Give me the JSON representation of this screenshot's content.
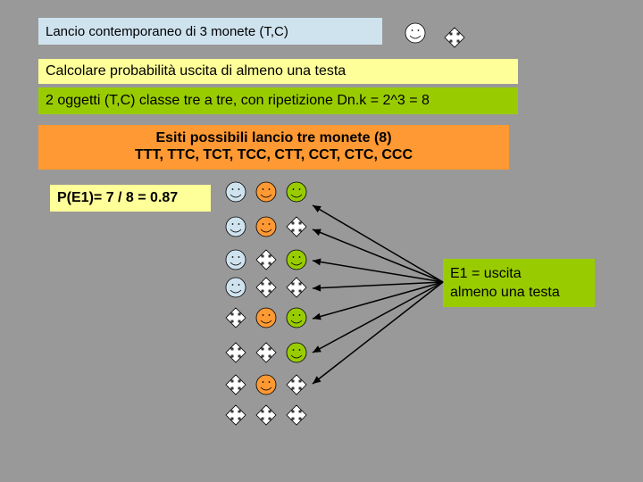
{
  "slide": {
    "title": "Lancio contemporaneo di 3 monete (T,C)",
    "question": "Calcolare probabilità uscita di almeno una testa",
    "combinations": "2 oggetti (T,C) classe tre a tre, con ripetizione Dn.k = 2^3 = 8",
    "outcomes_title": "Esiti possibili lancio tre monete (8)",
    "outcomes_list": "TTT, TTC, TCT, TCC, CTT, CCT, CTC, CCC",
    "probability": "P(E1)= 7 / 8 = 0.87",
    "event_line1": "E1 = uscita",
    "event_line2": "almeno una testa"
  },
  "colors": {
    "background": "#999999",
    "title_box": "#cfe3ef",
    "question_box": "#ffff99",
    "combo_box": "#99cc00",
    "outcomes_box": "#ff9933",
    "face_blue": "#cfe3ef",
    "face_orange": "#ff9933",
    "face_green": "#99cc00"
  },
  "legend_icons": [
    "face-icon",
    "cross-arrows-icon"
  ],
  "outcome_grid": [
    [
      "face-blue",
      "face-orange",
      "face-green"
    ],
    [
      "face-blue",
      "face-orange",
      "cross"
    ],
    [
      "face-blue",
      "cross",
      "face-green"
    ],
    [
      "face-blue",
      "cross",
      "cross"
    ],
    [
      "cross",
      "face-orange",
      "face-green"
    ],
    [
      "cross",
      "cross",
      "face-green"
    ],
    [
      "cross",
      "face-orange",
      "cross"
    ],
    [
      "cross",
      "cross",
      "cross"
    ]
  ]
}
